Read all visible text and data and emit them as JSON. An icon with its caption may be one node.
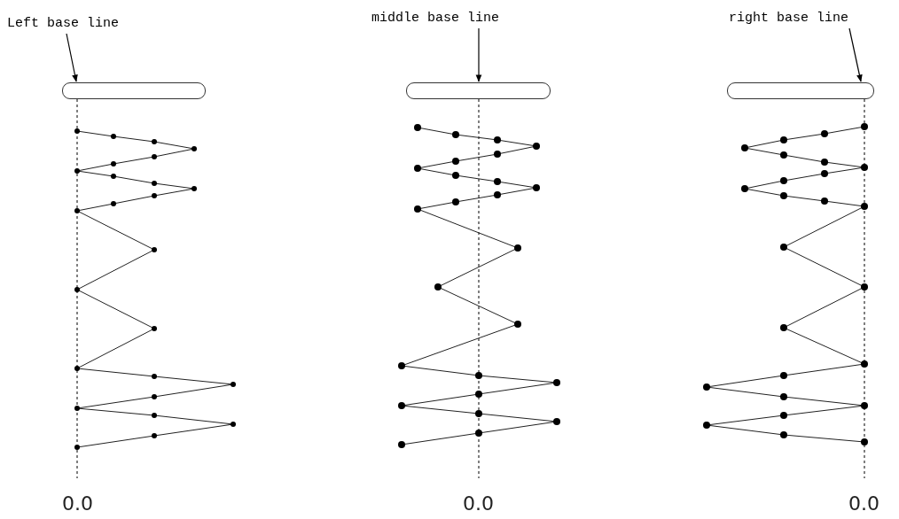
{
  "diagram": {
    "nodes": [
      {
        "text": [
          "Left base line"
        ]
      },
      {
        "text": [],
        "shape": "bar"
      },
      {
        "text": [
          "middle base line"
        ]
      },
      {
        "text": [],
        "shape": "bar"
      },
      {
        "text": [
          "right base line"
        ]
      },
      {
        "text": [],
        "shape": "bar"
      }
    ],
    "edges": [
      {
        "from": 0,
        "to": 1,
        "arrow": "to"
      },
      {
        "from": 2,
        "to": 3,
        "arrow": "to"
      },
      {
        "from": 4,
        "to": 5,
        "arrow": "to"
      }
    ],
    "labels": [
      "0.0",
      "0.0",
      "0.0"
    ]
  }
}
